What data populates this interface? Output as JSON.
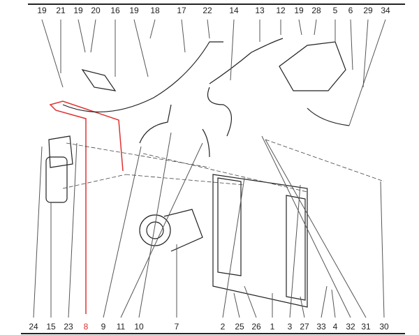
{
  "diagram": {
    "top_callouts": [
      "19",
      "21",
      "19",
      "20",
      "16",
      "19",
      "18",
      "17",
      "22",
      "14",
      "13",
      "12",
      "19",
      "28",
      "5",
      "6",
      "29",
      "34"
    ],
    "bottom_callouts": [
      "24",
      "15",
      "23",
      "8",
      "9",
      "11",
      "10",
      "7",
      "2",
      "25",
      "26",
      "1",
      "3",
      "27",
      "33",
      "4",
      "32",
      "31",
      "30"
    ],
    "highlighted_callout": "8",
    "highlight_color": "#e03030",
    "line_color": "#222222"
  }
}
